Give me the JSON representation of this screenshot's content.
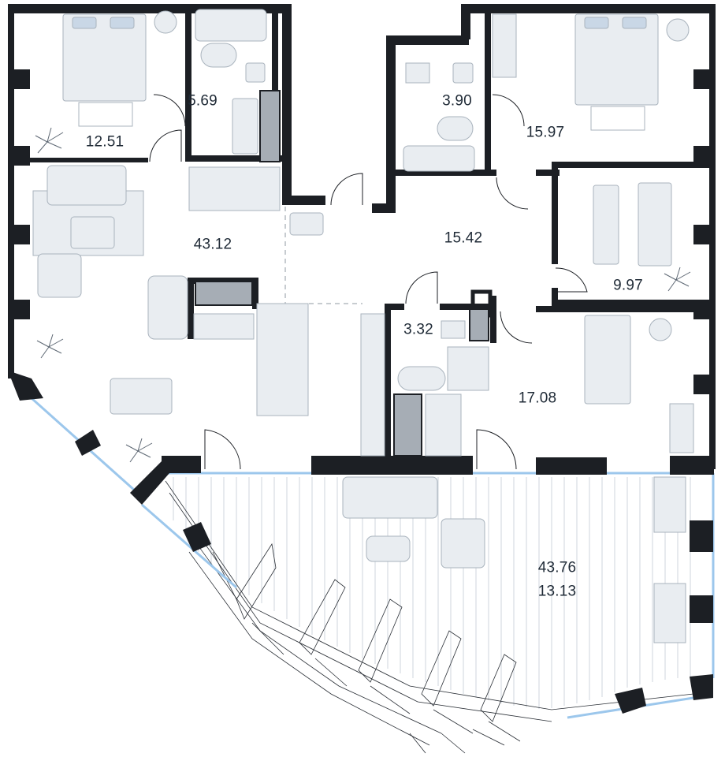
{
  "rooms": [
    {
      "area": "12.51"
    },
    {
      "area": "5.69"
    },
    {
      "area": "3.90"
    },
    {
      "area": "15.97"
    },
    {
      "area": "43.12"
    },
    {
      "area": "15.42"
    },
    {
      "area": "9.97"
    },
    {
      "area": "3.32"
    },
    {
      "area": "17.08"
    }
  ],
  "terrace": {
    "area_total": "43.76",
    "area_reduced": "13.13"
  },
  "colors": {
    "wall": "#1c1f24",
    "window": "#9cc7ec",
    "furniture_fill": "#e9edf1",
    "furniture_stroke": "#a9b3bd",
    "accent_fill": "#a6adb5",
    "text": "#1f2a36"
  }
}
